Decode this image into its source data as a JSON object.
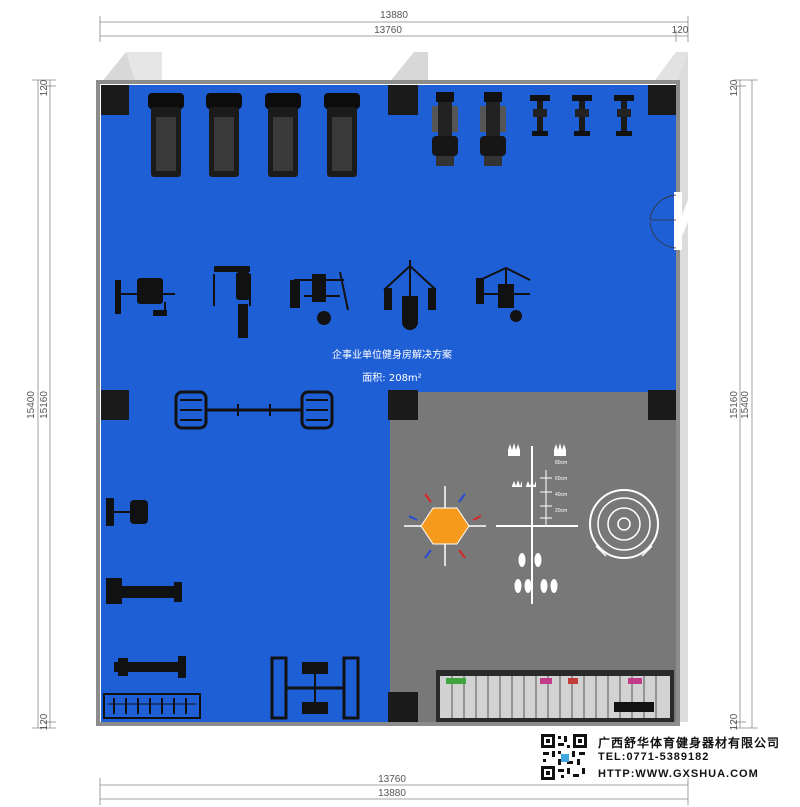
{
  "plan": {
    "title": "企事业单位健身房解决方案",
    "area_label": "面积: 208m²"
  },
  "dimensions": {
    "top_outer": "13880",
    "top_inner": "13760",
    "top_wall": "120",
    "bottom_inner": "13760",
    "bottom_outer": "13880",
    "left_outer": "15400",
    "left_inner": "15160",
    "left_wall_top": "120",
    "left_wall_bottom": "120",
    "right_outer": "15400",
    "right_inner": "15160",
    "right_wall_top": "120",
    "right_wall_bottom": "120"
  },
  "floor_markings": {
    "height_marks": [
      "80cm",
      "60cm",
      "40cm",
      "20cm"
    ]
  },
  "company": {
    "name": "广西舒华体育健身器材有限公司",
    "tel": "TEL:0771-5389182",
    "website": "HTTP:WWW.GXSHUA.COM"
  },
  "colors": {
    "blue_floor": "#1f5fd6",
    "gray_floor": "#787878",
    "wall": "#8c8c8c",
    "column": "#1a1a1a",
    "hexagon": "#f59a1c"
  }
}
